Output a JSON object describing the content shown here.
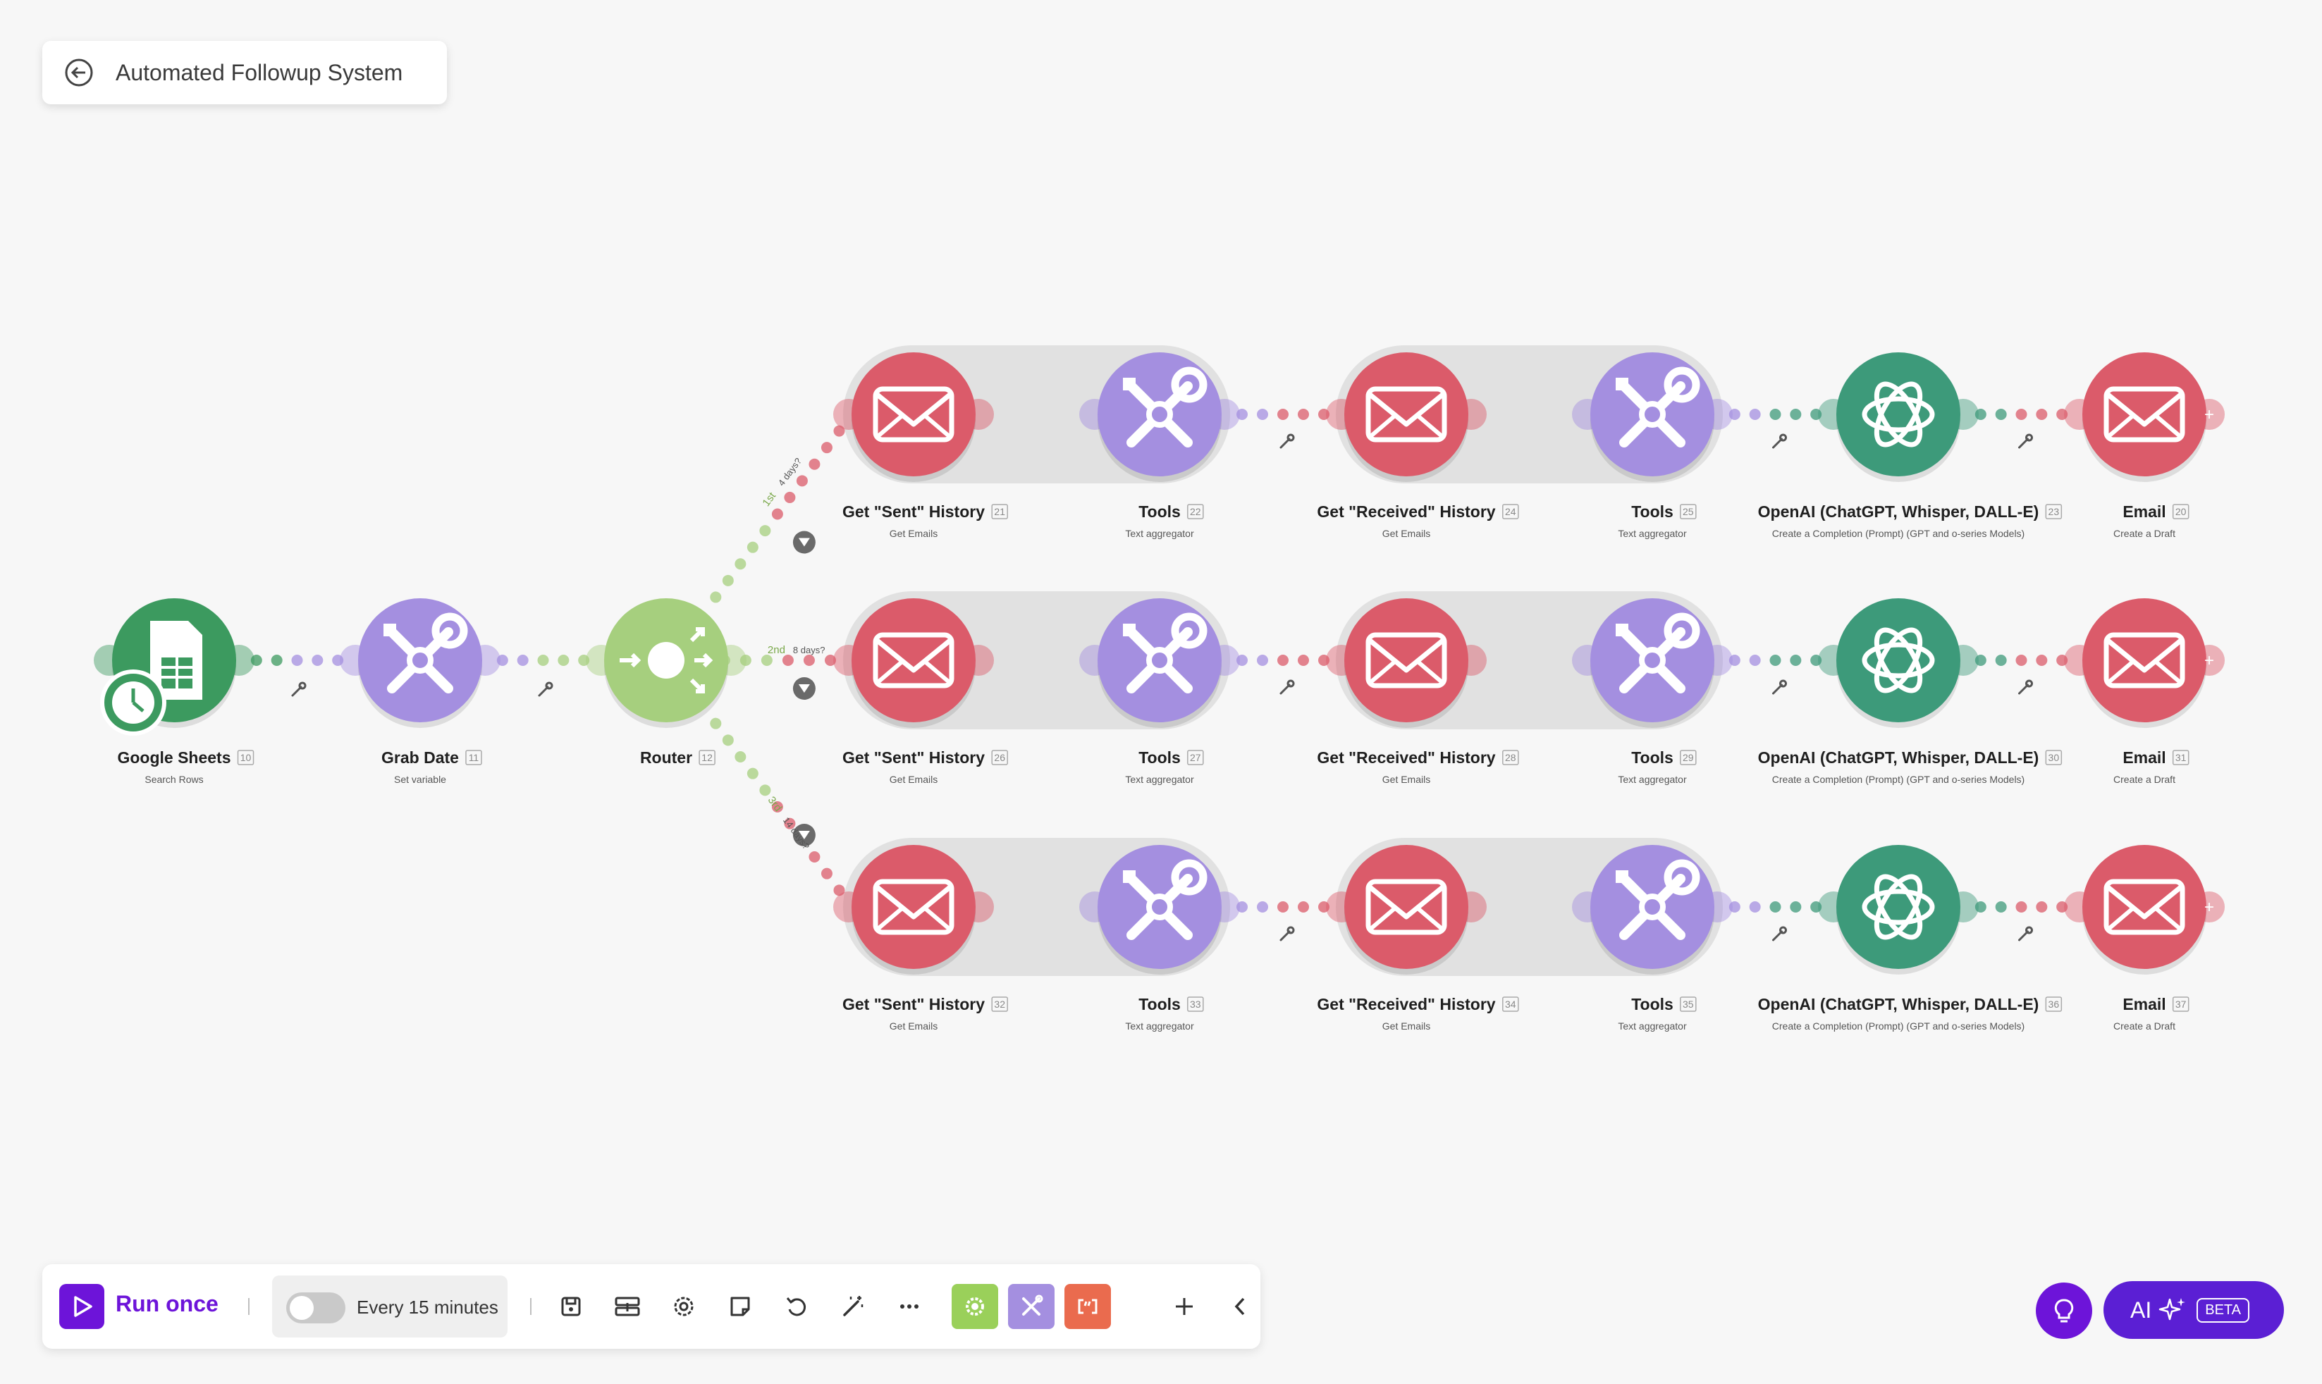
{
  "scenario": {
    "title": "Automated Followup System"
  },
  "colors": {
    "sheets": "#3c9a5f",
    "tools": "#a48fe0",
    "router": "#a6cf7e",
    "email": "#db5b6a",
    "openai": "#3d9a7a",
    "accent": "#6d14d9"
  },
  "modules": [
    {
      "name": "Google Sheets",
      "id": "10",
      "sub": "Search Rows",
      "app": "sheets"
    },
    {
      "name": "Grab Date",
      "id": "11",
      "sub": "Set variable",
      "app": "tools"
    },
    {
      "name": "Router",
      "id": "12",
      "sub": "",
      "app": "router"
    },
    {
      "name": "Get \"Sent\" History",
      "id": "21",
      "sub": "Get Emails",
      "app": "email"
    },
    {
      "name": "Tools",
      "id": "22",
      "sub": "Text aggregator",
      "app": "tools"
    },
    {
      "name": "Get \"Received\" History",
      "id": "24",
      "sub": "Get Emails",
      "app": "email"
    },
    {
      "name": "Tools",
      "id": "25",
      "sub": "Text aggregator",
      "app": "tools"
    },
    {
      "name": "OpenAI (ChatGPT, Whisper, DALL-E)",
      "id": "23",
      "sub": "Create a Completion (Prompt) (GPT and o-series Models)",
      "app": "openai"
    },
    {
      "name": "Email",
      "id": "20",
      "sub": "Create a Draft",
      "app": "email"
    },
    {
      "name": "Get \"Sent\" History",
      "id": "26",
      "sub": "Get Emails",
      "app": "email"
    },
    {
      "name": "Tools",
      "id": "27",
      "sub": "Text aggregator",
      "app": "tools"
    },
    {
      "name": "Get \"Received\" History",
      "id": "28",
      "sub": "Get Emails",
      "app": "email"
    },
    {
      "name": "Tools",
      "id": "29",
      "sub": "Text aggregator",
      "app": "tools"
    },
    {
      "name": "OpenAI (ChatGPT, Whisper, DALL-E)",
      "id": "30",
      "sub": "Create a Completion (Prompt) (GPT and o-series Models)",
      "app": "openai"
    },
    {
      "name": "Email",
      "id": "31",
      "sub": "Create a Draft",
      "app": "email"
    },
    {
      "name": "Get \"Sent\" History",
      "id": "32",
      "sub": "Get Emails",
      "app": "email"
    },
    {
      "name": "Tools",
      "id": "33",
      "sub": "Text aggregator",
      "app": "tools"
    },
    {
      "name": "Get \"Received\" History",
      "id": "34",
      "sub": "Get Emails",
      "app": "email"
    },
    {
      "name": "Tools",
      "id": "35",
      "sub": "Text aggregator",
      "app": "tools"
    },
    {
      "name": "OpenAI (ChatGPT, Whisper, DALL-E)",
      "id": "36",
      "sub": "Create a Completion (Prompt) (GPT and o-series Models)",
      "app": "openai"
    },
    {
      "name": "Email",
      "id": "37",
      "sub": "Create a Draft",
      "app": "email"
    }
  ],
  "routes": [
    {
      "order": "1st",
      "filter": "4 days?"
    },
    {
      "order": "2nd",
      "filter": "8 days?"
    },
    {
      "order": "3rd",
      "filter": "14 days?"
    }
  ],
  "toolbar": {
    "run_label": "Run once",
    "schedule_label": "Every 15 minutes",
    "icons": [
      "save-icon",
      "auto-align-icon",
      "settings-icon",
      "notes-icon",
      "undo-icon",
      "magic-wand-icon",
      "more-icon"
    ],
    "apps": [
      "tools-app-icon",
      "flow-control-app-icon",
      "text-parser-app-icon"
    ],
    "add_icon": "plus-icon",
    "collapse_icon": "chevron-left-icon"
  },
  "ai": {
    "label": "AI",
    "badge": "BETA"
  }
}
